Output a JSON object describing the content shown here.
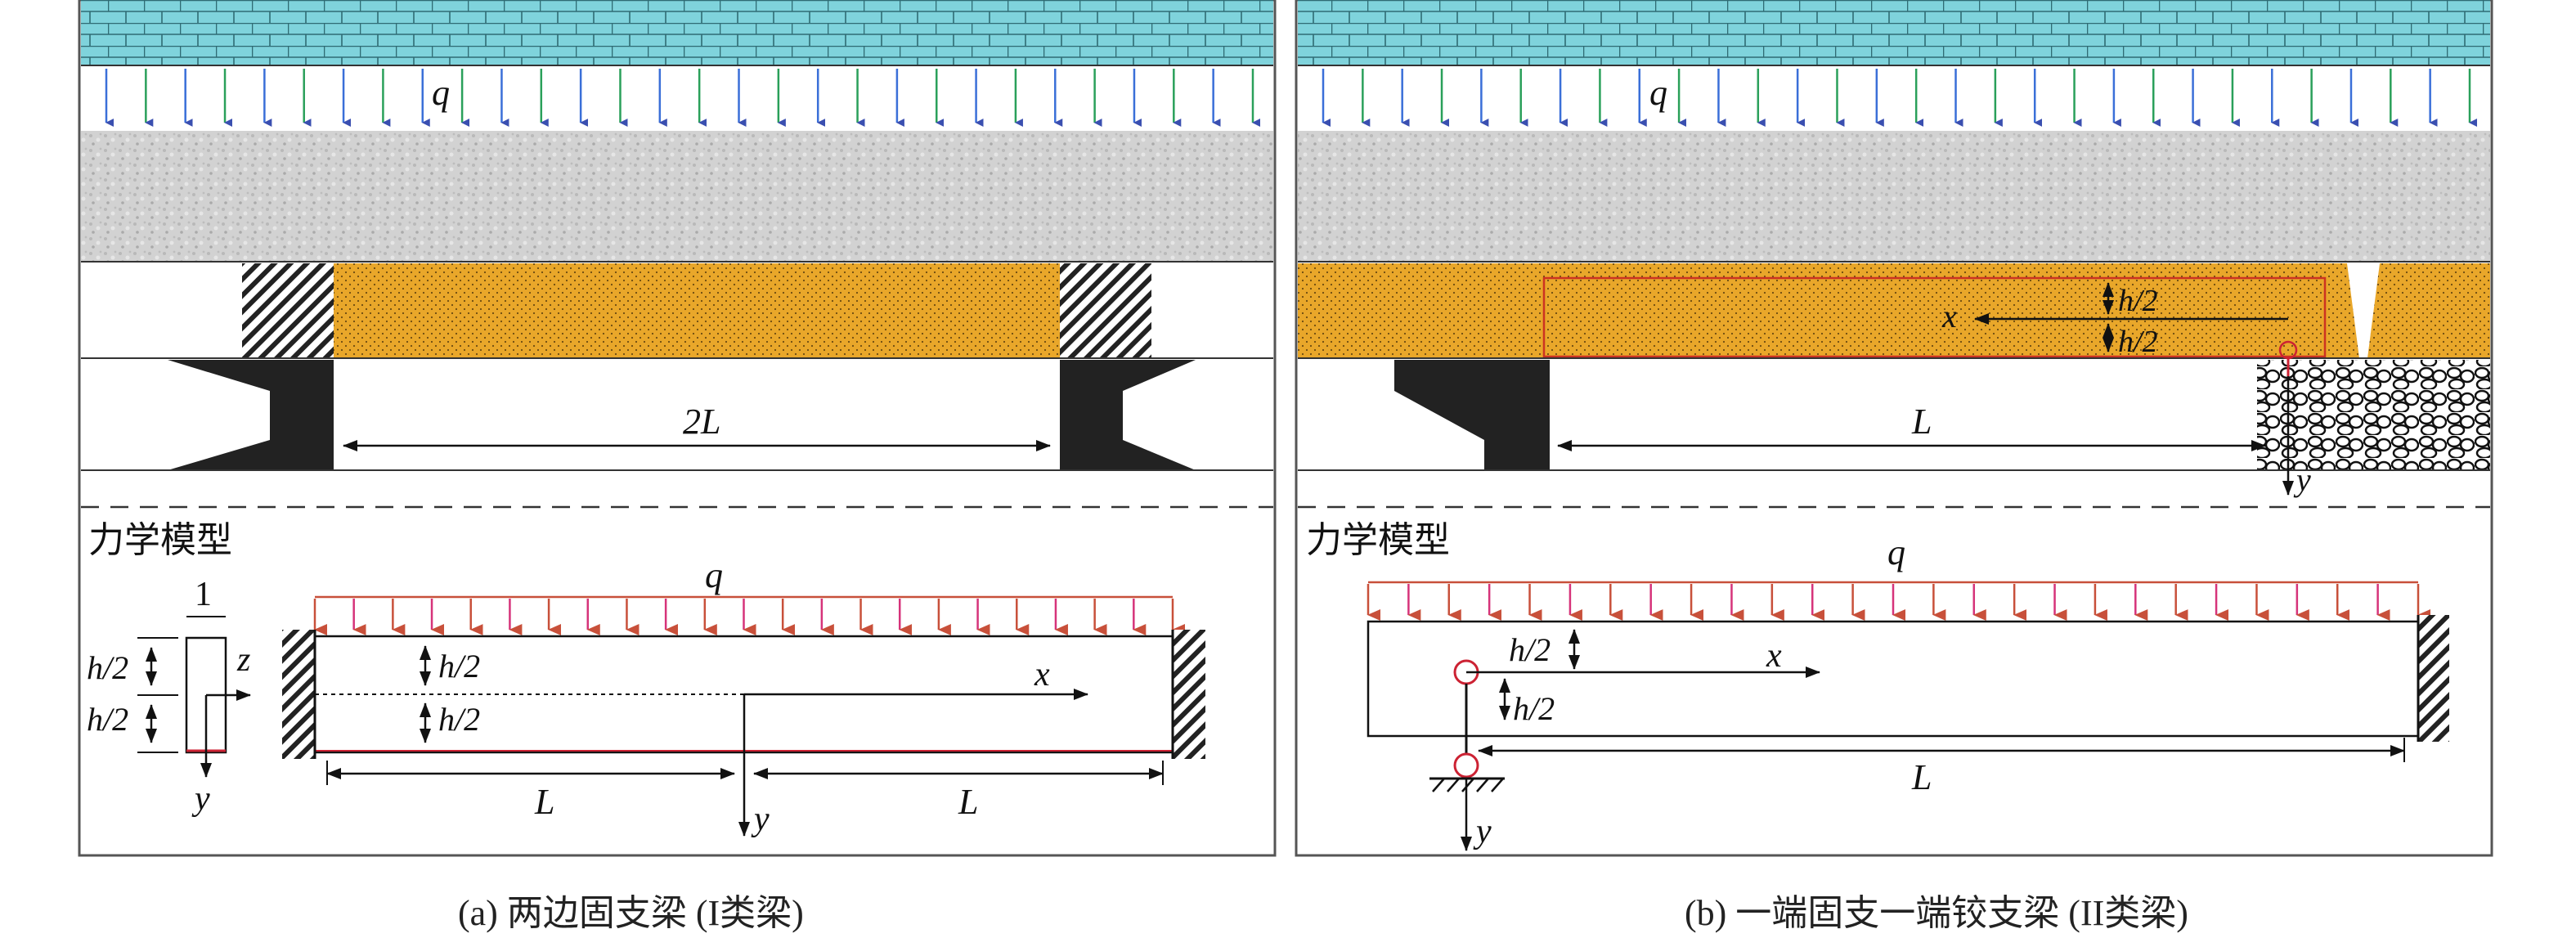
{
  "colors": {
    "brick": "#7fd3dc",
    "gravel": "#cfcfcf",
    "coal": "#e9a72a",
    "pillar": "#222222",
    "load_a": "#3a6fd8",
    "load_b": "#2aa05a",
    "model_arrow_red": "#c8503a",
    "model_arrow_pink": "#d6337a",
    "support_red": "#cc2233"
  },
  "load_symbol": "q",
  "panel_a": {
    "span_label": "2L",
    "model_title": "力学模型",
    "width_label": "1",
    "half_h_top": "h/2",
    "half_h_bottom": "h/2",
    "z_label": "z",
    "y_label": "y",
    "x_label": "x",
    "beam_half_top": "h/2",
    "beam_half_bottom": "h/2",
    "left_span": "L",
    "right_span": "L",
    "beam_y": "y",
    "caption": "(a) 两边固支梁 (I类梁)"
  },
  "panel_b": {
    "span_label": "L",
    "x_label": "x",
    "half_h_top": "h/2",
    "half_h_bottom": "h/2",
    "y_label": "y",
    "model_title": "力学模型",
    "model_half_top": "h/2",
    "model_half_bottom": "h/2",
    "model_x": "x",
    "model_span": "L",
    "model_y": "y",
    "caption": "(b) 一端固支一端铰支梁 (II类梁)"
  }
}
